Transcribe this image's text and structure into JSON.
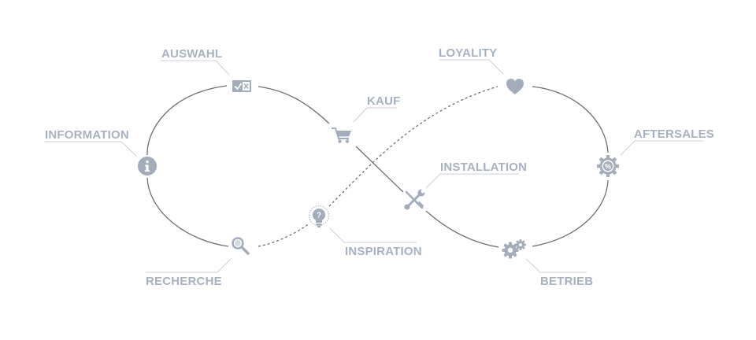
{
  "colors": {
    "icon": "#a3acbb",
    "label": "#a8b1bf",
    "line": "#6f6f6f",
    "leader": "#c9cfd8",
    "background": "#ffffff"
  },
  "stages": [
    {
      "id": "auswahl",
      "label": "AUSWAHL",
      "icon": "checkbox-icon"
    },
    {
      "id": "kauf",
      "label": "KAUF",
      "icon": "shopping-cart-icon"
    },
    {
      "id": "information",
      "label": "INFORMATION",
      "icon": "info-icon"
    },
    {
      "id": "recherche",
      "label": "RECHERCHE",
      "icon": "magnifier-icon"
    },
    {
      "id": "inspiration",
      "label": "INSPIRATION",
      "icon": "lightbulb-icon"
    },
    {
      "id": "loyality",
      "label": "LOYALITY",
      "icon": "heart-icon"
    },
    {
      "id": "installation",
      "label": "INSTALLATION",
      "icon": "tools-icon"
    },
    {
      "id": "aftersales",
      "label": "AFTERSALES",
      "icon": "percent-gear-icon"
    },
    {
      "id": "betrieb",
      "label": "BETRIEB",
      "icon": "gears-icon"
    }
  ]
}
